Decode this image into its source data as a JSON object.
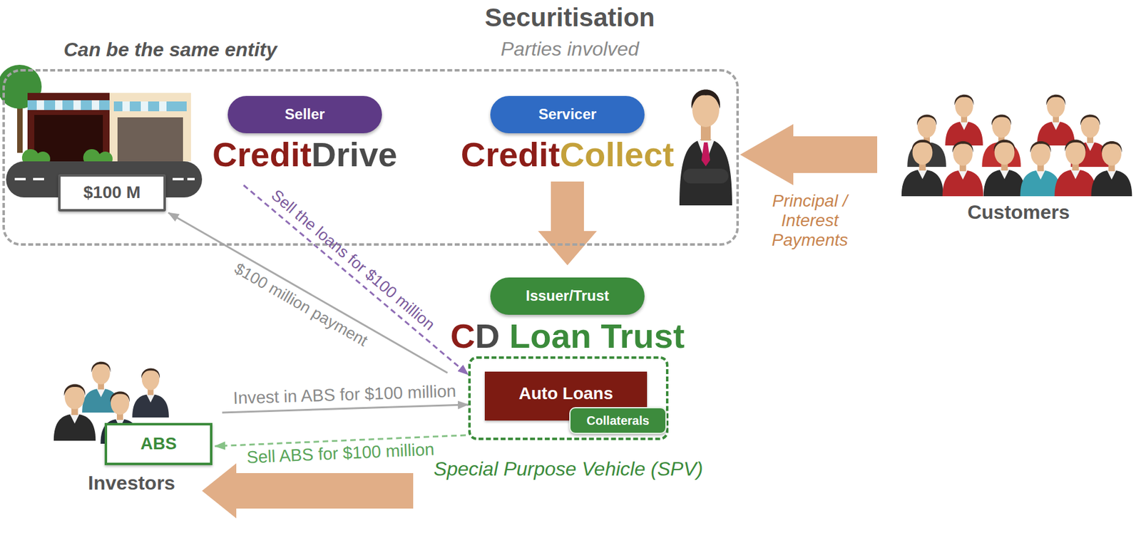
{
  "diagram": {
    "title": "Securitisation",
    "nodes": [
      {
        "text": [
          "Can be the same entity"
        ]
      },
      {
        "text": [
          "$100 M"
        ],
        "in": 0
      },
      {
        "text": [
          "Seller",
          "CreditDrive"
        ],
        "in": 0
      },
      {
        "text": [
          "Servicer",
          "CreditCollect"
        ],
        "in": 0
      },
      {
        "text": [
          "Customers"
        ]
      },
      {
        "text": [
          "Issuer/Trust",
          "CD Loan Trust"
        ]
      },
      {
        "text": [
          "Special Purpose Vehicle (SPV)"
        ]
      },
      {
        "text": [
          "Auto Loans"
        ],
        "in": 6
      },
      {
        "text": [
          "Collaterals"
        ],
        "in": 6
      },
      {
        "text": [
          "Investors"
        ]
      },
      {
        "text": [
          "ABS"
        ],
        "in": 9
      }
    ],
    "edges": [
      {
        "from": 4,
        "to": 0,
        "label": "Principal / Interest Payments",
        "arrow": "to"
      },
      {
        "from": 3,
        "to": 5,
        "arrow": "to"
      },
      {
        "from": 2,
        "to": 6,
        "label": "Sell the loans for $100 million",
        "arrow": "to"
      },
      {
        "from": 6,
        "to": 1,
        "label": "$100 million payment",
        "arrow": "to"
      },
      {
        "from": 9,
        "to": 6,
        "label": "Invest in ABS for $100 million",
        "arrow": "to"
      },
      {
        "from": 6,
        "to": 10,
        "label": "Sell ABS for $100 million",
        "arrow": "to"
      },
      {
        "from": 6,
        "to": 9,
        "arrow": "to"
      }
    ],
    "labels": [
      "Parties involved"
    ]
  }
}
